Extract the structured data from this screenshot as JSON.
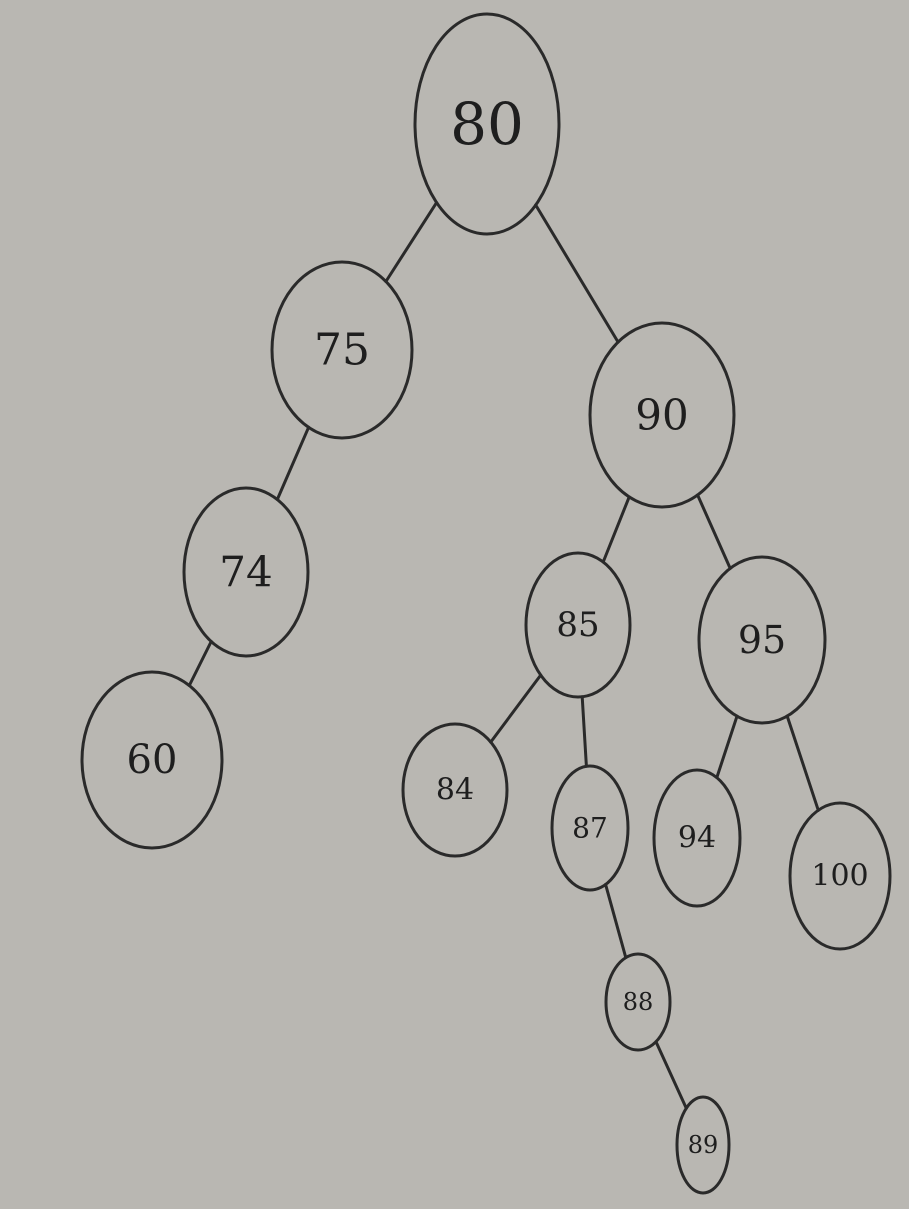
{
  "tree": {
    "colors": {
      "paper": "#b9b7b2",
      "ink": "#2a2a2a"
    },
    "nodes": [
      {
        "id": "n80",
        "label": "80"
      },
      {
        "id": "n75",
        "label": "75"
      },
      {
        "id": "n74",
        "label": "74"
      },
      {
        "id": "n60",
        "label": "60"
      },
      {
        "id": "n90",
        "label": "90"
      },
      {
        "id": "n85",
        "label": "85"
      },
      {
        "id": "n84",
        "label": "84"
      },
      {
        "id": "n87",
        "label": "87"
      },
      {
        "id": "n88",
        "label": "88"
      },
      {
        "id": "n89",
        "label": "89"
      },
      {
        "id": "n95",
        "label": "95"
      },
      {
        "id": "n94",
        "label": "94"
      },
      {
        "id": "n100",
        "label": "100"
      }
    ],
    "edges": [
      {
        "from": "n80",
        "to": "n75"
      },
      {
        "from": "n80",
        "to": "n90"
      },
      {
        "from": "n75",
        "to": "n74"
      },
      {
        "from": "n74",
        "to": "n60"
      },
      {
        "from": "n90",
        "to": "n85"
      },
      {
        "from": "n90",
        "to": "n95"
      },
      {
        "from": "n85",
        "to": "n84"
      },
      {
        "from": "n85",
        "to": "n87"
      },
      {
        "from": "n87",
        "to": "n88"
      },
      {
        "from": "n88",
        "to": "n89"
      },
      {
        "from": "n95",
        "to": "n94"
      },
      {
        "from": "n95",
        "to": "n100"
      }
    ]
  }
}
